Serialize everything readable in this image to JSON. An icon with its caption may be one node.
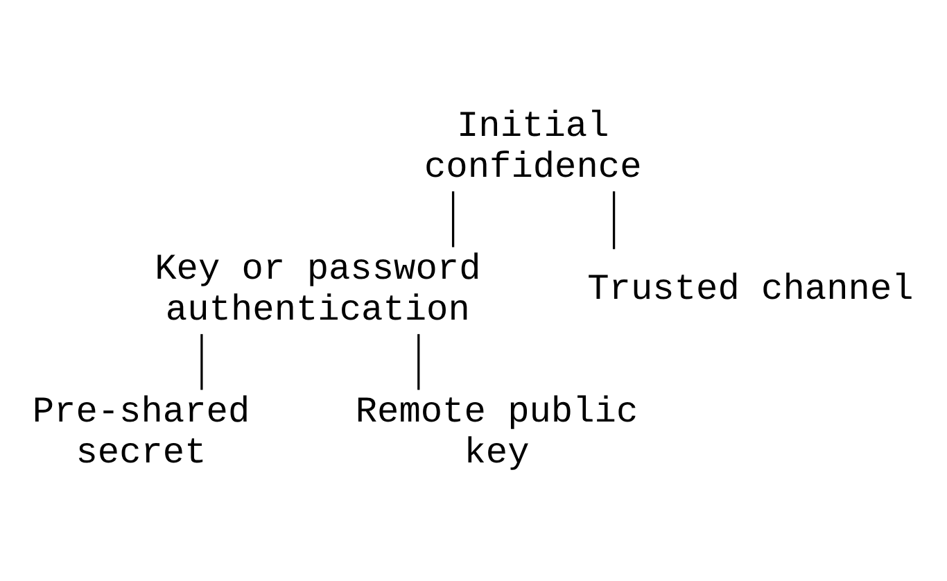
{
  "diagram": {
    "nodes": [
      {
        "text": [
          "Initial confidence"
        ]
      },
      {
        "text": [
          "Key or password authentication"
        ]
      },
      {
        "text": [
          "Trusted channel"
        ]
      },
      {
        "text": [
          "Pre-shared secret"
        ]
      },
      {
        "text": [
          "Remote public key"
        ]
      }
    ],
    "edges": [
      {
        "from": 0,
        "to": 1,
        "arrow": "none"
      },
      {
        "from": 0,
        "to": 2,
        "arrow": "none"
      },
      {
        "from": 1,
        "to": 3,
        "arrow": "none"
      },
      {
        "from": 1,
        "to": 4,
        "arrow": "none"
      }
    ]
  }
}
